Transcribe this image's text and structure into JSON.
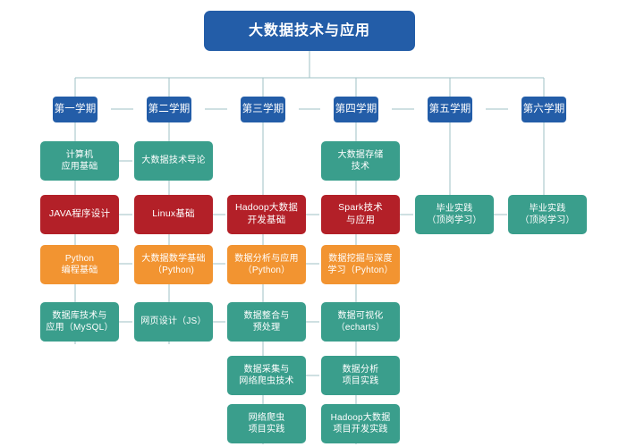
{
  "diagram": {
    "title": "大数据技术与应用",
    "palette": {
      "root_blue": "#235DA8",
      "term_blue": "#235DA8",
      "teal": "#3A9E8C",
      "red": "#B32028",
      "orange": "#F29431",
      "line": "#9FC2C6",
      "background": "#FFFFFF"
    },
    "terms": [
      {
        "label": "第一学期"
      },
      {
        "label": "第二学期"
      },
      {
        "label": "第三学期"
      },
      {
        "label": "第四学期"
      },
      {
        "label": "第五学期"
      },
      {
        "label": "第六学期"
      }
    ],
    "courses": [
      {
        "id": "c1r1",
        "term": 1,
        "row": 1,
        "color": "teal",
        "lines": [
          "计算机",
          "应用基础"
        ]
      },
      {
        "id": "c1r2",
        "term": 1,
        "row": 2,
        "color": "red",
        "lines": [
          "JAVA程序设计"
        ]
      },
      {
        "id": "c1r3",
        "term": 1,
        "row": 3,
        "color": "orange",
        "lines": [
          "Python",
          "编程基础"
        ]
      },
      {
        "id": "c1r4",
        "term": 1,
        "row": 4,
        "color": "teal",
        "lines": [
          "数据库技术与",
          "应用（MySQL）"
        ]
      },
      {
        "id": "c2r1",
        "term": 2,
        "row": 1,
        "color": "teal",
        "lines": [
          "大数据技术导论"
        ]
      },
      {
        "id": "c2r2",
        "term": 2,
        "row": 2,
        "color": "red",
        "lines": [
          "Linux基础"
        ]
      },
      {
        "id": "c2r3",
        "term": 2,
        "row": 3,
        "color": "orange",
        "lines": [
          "大数据数学基础",
          "（Python)"
        ]
      },
      {
        "id": "c2r4",
        "term": 2,
        "row": 4,
        "color": "teal",
        "lines": [
          "网页设计（JS）"
        ]
      },
      {
        "id": "c3r2",
        "term": 3,
        "row": 2,
        "color": "red",
        "lines": [
          "Hadoop大数据",
          "开发基础"
        ]
      },
      {
        "id": "c3r3",
        "term": 3,
        "row": 3,
        "color": "orange",
        "lines": [
          "数据分析与应用",
          "（Python）"
        ]
      },
      {
        "id": "c3r4",
        "term": 3,
        "row": 4,
        "color": "teal",
        "lines": [
          "数据整合与",
          "预处理"
        ]
      },
      {
        "id": "c3r5",
        "term": 3,
        "row": 5,
        "color": "teal",
        "lines": [
          "数据采集与",
          "网络爬虫技术"
        ]
      },
      {
        "id": "c3r6",
        "term": 3,
        "row": 6,
        "color": "teal",
        "lines": [
          "网络爬虫",
          "项目实践"
        ]
      },
      {
        "id": "c4r1",
        "term": 4,
        "row": 1,
        "color": "teal",
        "lines": [
          "大数据存储",
          "技术"
        ]
      },
      {
        "id": "c4r2",
        "term": 4,
        "row": 2,
        "color": "red",
        "lines": [
          "Spark技术",
          "与应用"
        ]
      },
      {
        "id": "c4r3",
        "term": 4,
        "row": 3,
        "color": "orange",
        "lines": [
          "数据挖掘与深度",
          "学习（Pyhton）"
        ]
      },
      {
        "id": "c4r4",
        "term": 4,
        "row": 4,
        "color": "teal",
        "lines": [
          "数据可视化",
          "（echarts）"
        ]
      },
      {
        "id": "c4r5",
        "term": 4,
        "row": 5,
        "color": "teal",
        "lines": [
          "数据分析",
          "项目实践"
        ]
      },
      {
        "id": "c4r6",
        "term": 4,
        "row": 6,
        "color": "teal",
        "lines": [
          "Hadoop大数据",
          "项目开发实践"
        ]
      },
      {
        "id": "c5r2",
        "term": 5,
        "row": 2,
        "color": "teal",
        "lines": [
          "毕业实践",
          "（顶岗学习）"
        ]
      },
      {
        "id": "c6r2",
        "term": 6,
        "row": 2,
        "color": "teal",
        "lines": [
          "毕业实践",
          "（顶岗学习）"
        ]
      }
    ]
  }
}
